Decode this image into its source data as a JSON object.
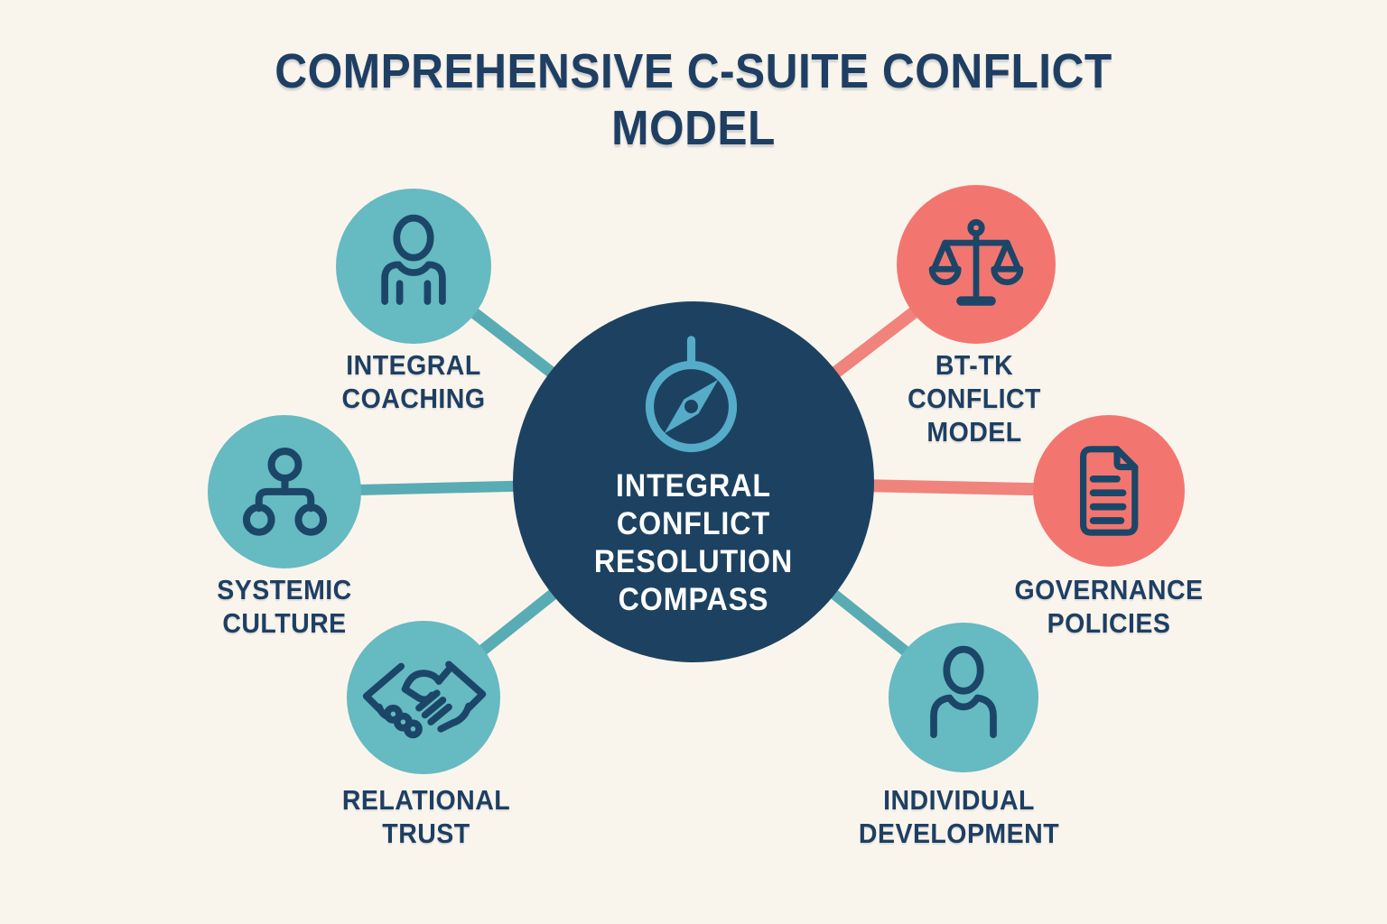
{
  "title": {
    "lines": [
      "COMPREHENSIVE C-SUITE CONFLICT",
      "MODEL"
    ]
  },
  "hub": {
    "label_lines": [
      "INTEGRAL",
      "CONFLICT",
      "RESOLUTION",
      "COMPASS"
    ],
    "icon": "compass-icon",
    "circle_color": "#1D4261",
    "text_color": "#FFFFFF",
    "icon_color": "#55ACC8"
  },
  "nodes": [
    {
      "id": "integral-coaching",
      "label_lines": [
        "INTEGRAL",
        "COACHING"
      ],
      "icon": "person-icon",
      "circle_color": "#66BAC2",
      "connector_color": "#5AACB4"
    },
    {
      "id": "bt-tk-conflict-model",
      "label_lines": [
        "BT-TK",
        "CONFLICT",
        "MODEL"
      ],
      "icon": "scales-icon",
      "circle_color": "#F2766F",
      "connector_color": "#F0837C"
    },
    {
      "id": "systemic-culture",
      "label_lines": [
        "SYSTEMIC",
        "CULTURE"
      ],
      "icon": "hierarchy-icon",
      "circle_color": "#66BAC2",
      "connector_color": "#5AACB4"
    },
    {
      "id": "governance-policies",
      "label_lines": [
        "GOVERNANCE",
        "POLICIES"
      ],
      "icon": "document-icon",
      "circle_color": "#F2766F",
      "connector_color": "#F0837C"
    },
    {
      "id": "relational-trust",
      "label_lines": [
        "RELATIONAL",
        "TRUST"
      ],
      "icon": "handshake-icon",
      "circle_color": "#66BAC2",
      "connector_color": "#5AACB4"
    },
    {
      "id": "individual-development",
      "label_lines": [
        "INDIVIDUAL",
        "DEVELOPMENT"
      ],
      "icon": "person-icon",
      "circle_color": "#66BAC2",
      "connector_color": "#5AACB4"
    }
  ],
  "colors": {
    "background": "#FAF5EC",
    "text_navy": "#1E3F63",
    "icon_stroke": "#1C4668",
    "teal": "#66BAC2",
    "coral": "#F2766F"
  }
}
